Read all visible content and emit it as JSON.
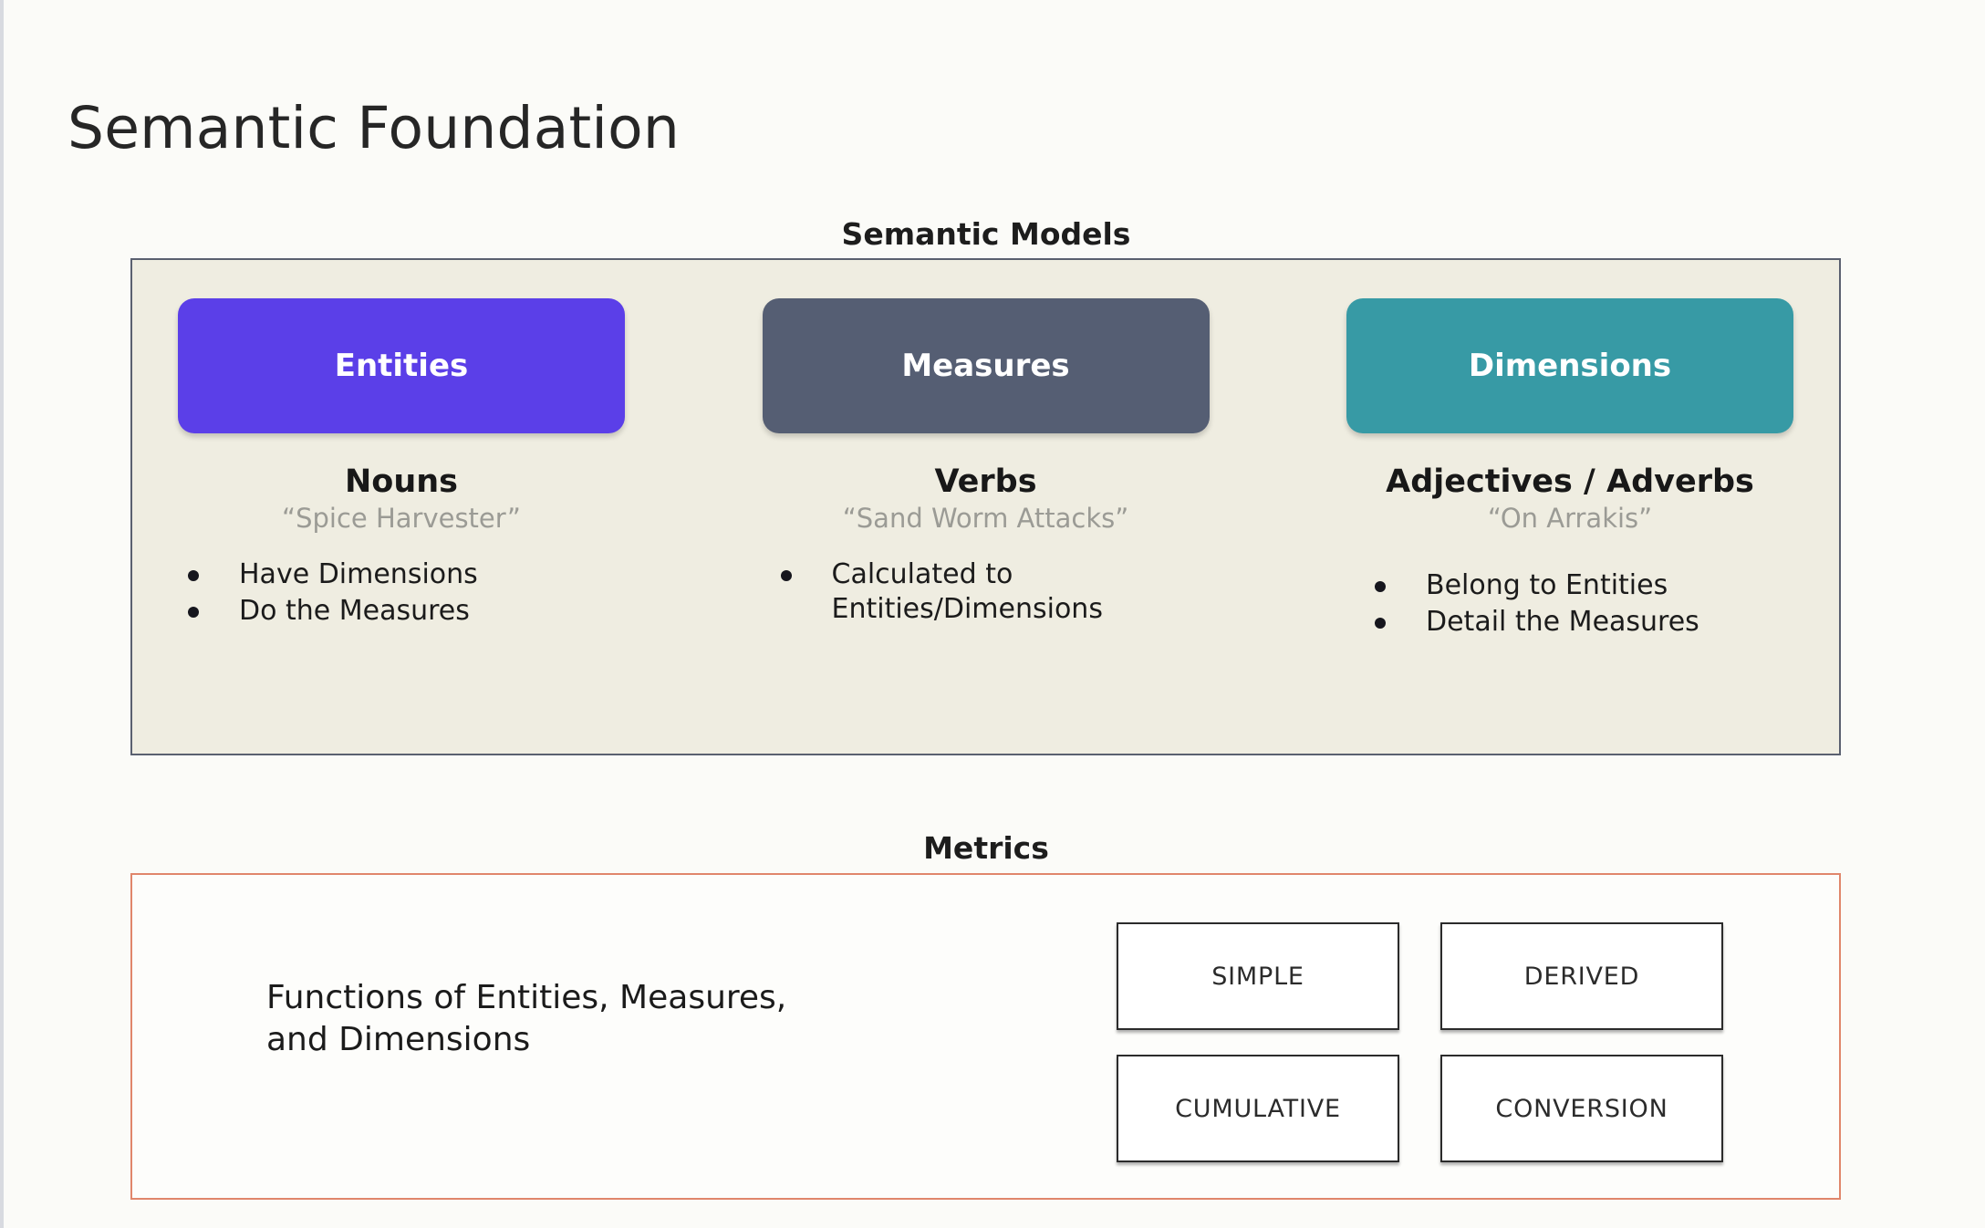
{
  "slide": {
    "title": "Semantic Foundation",
    "background_color": "#fbfbf8"
  },
  "semantic_models": {
    "heading": "Semantic Models",
    "panel_background": "#efede1",
    "panel_border_color": "#5a6070",
    "columns": [
      {
        "pill_label": "Entities",
        "pill_color": "#5b3fe8",
        "part_of_speech": "Nouns",
        "example": "“Spice Harvester”",
        "bullets": [
          "Have Dimensions",
          "Do the Measures"
        ]
      },
      {
        "pill_label": "Measures",
        "pill_color": "#555e73",
        "part_of_speech": "Verbs",
        "example": "“Sand Worm Attacks”",
        "bullets": [
          "Calculated to\nEntities/Dimensions"
        ]
      },
      {
        "pill_label": "Dimensions",
        "pill_color": "#379aa5",
        "part_of_speech": "Adjectives / Adverbs",
        "example": "“On Arrakis”",
        "bullets": [
          "Belong to Entities",
          "Detail the Measures"
        ]
      }
    ]
  },
  "metrics": {
    "heading": "Metrics",
    "panel_border_color": "#e0866b",
    "description": "Functions of Entities, Measures,\nand Dimensions",
    "types": [
      "SIMPLE",
      "DERIVED",
      "CUMULATIVE",
      "CONVERSION"
    ]
  }
}
